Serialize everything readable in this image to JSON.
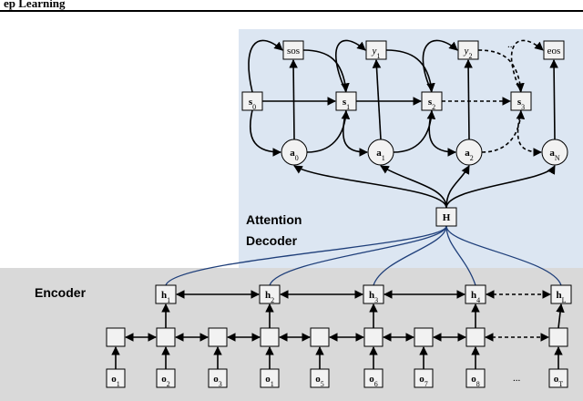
{
  "header": {
    "text": "ep Learning"
  },
  "decoder_panel": {
    "label_line1": "Attention",
    "label_line2": "Decoder",
    "color": "#dce6f2"
  },
  "encoder_panel": {
    "label": "Encoder",
    "color": "#d9d9d9"
  },
  "decoder": {
    "outputs": [
      {
        "base": "sos",
        "sub": ""
      },
      {
        "base": "y",
        "sub": "1"
      },
      {
        "base": "y",
        "sub": "2"
      },
      {
        "base": "eos",
        "sub": ""
      }
    ],
    "output_ellipsis": "...",
    "states": [
      {
        "base": "s",
        "sub": "0"
      },
      {
        "base": "s",
        "sub": "1"
      },
      {
        "base": "s",
        "sub": "2"
      },
      {
        "base": "s",
        "sub": "3"
      }
    ],
    "attention": [
      {
        "base": "a",
        "sub": "0"
      },
      {
        "base": "a",
        "sub": "1"
      },
      {
        "base": "a",
        "sub": "2"
      },
      {
        "base": "a",
        "sub": "N"
      }
    ],
    "memory": {
      "base": "H",
      "sub": ""
    }
  },
  "encoder": {
    "hidden": [
      {
        "base": "h",
        "sub": "1"
      },
      {
        "base": "h",
        "sub": "2"
      },
      {
        "base": "h",
        "sub": "3"
      },
      {
        "base": "h",
        "sub": "4"
      },
      {
        "base": "h",
        "sub": "L"
      }
    ],
    "inputs": [
      {
        "base": "o",
        "sub": "1"
      },
      {
        "base": "o",
        "sub": "2"
      },
      {
        "base": "o",
        "sub": "3"
      },
      {
        "base": "o",
        "sub": "1"
      },
      {
        "base": "o",
        "sub": "5"
      },
      {
        "base": "o",
        "sub": "6"
      },
      {
        "base": "o",
        "sub": "7"
      },
      {
        "base": "o",
        "sub": "8"
      },
      {
        "base": "o",
        "sub": "T"
      }
    ],
    "input_ellipsis": "...",
    "link_color": "#1f3f7a"
  }
}
